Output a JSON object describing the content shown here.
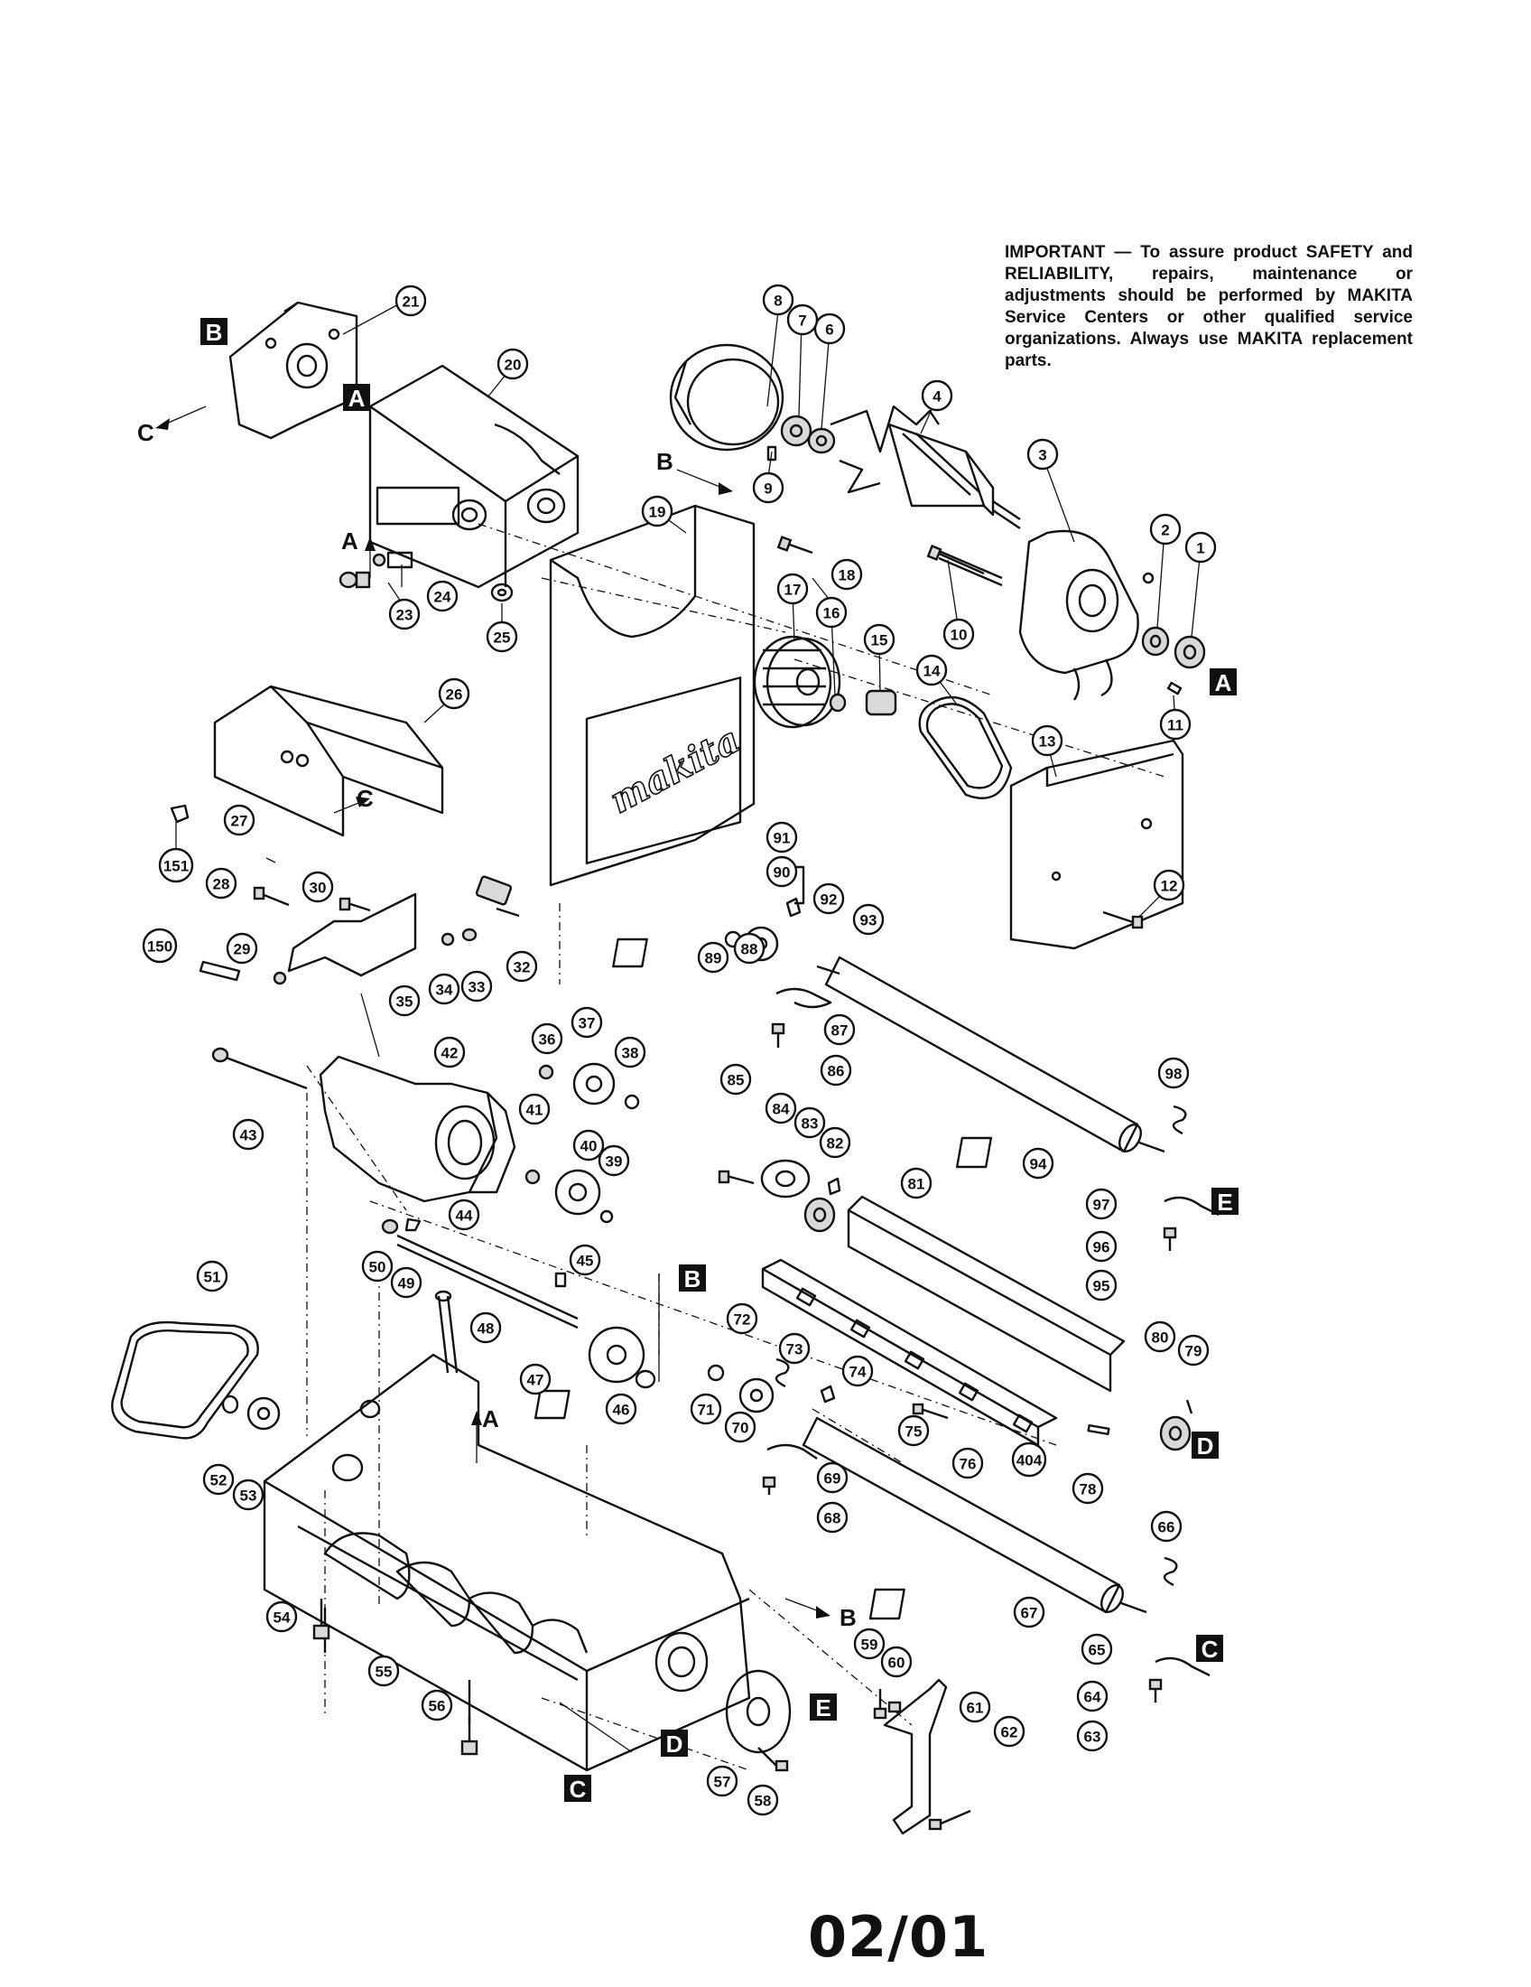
{
  "notice": {
    "text": "IMPORTANT — To assure product SAFETY and RELIABILITY, repairs, maintenance or adjustments should be performed by MAKITA Service Centers or other qualified service organizations. Always use MAKITA replacement parts."
  },
  "footer": {
    "code": "02/01"
  },
  "brand": {
    "text": "makita"
  },
  "section_markers": [
    "A",
    "B",
    "C",
    "D",
    "E"
  ],
  "part_numbers": [
    "1",
    "2",
    "3",
    "4",
    "6",
    "7",
    "8",
    "9",
    "10",
    "11",
    "12",
    "13",
    "14",
    "15",
    "16",
    "17",
    "18",
    "19",
    "20",
    "21",
    "23",
    "24",
    "25",
    "26",
    "27",
    "28",
    "29",
    "30",
    "32",
    "33",
    "34",
    "35",
    "36",
    "37",
    "38",
    "39",
    "40",
    "41",
    "42",
    "43",
    "44",
    "45",
    "46",
    "47",
    "48",
    "49",
    "50",
    "51",
    "52",
    "53",
    "54",
    "55",
    "56",
    "57",
    "58",
    "59",
    "60",
    "61",
    "62",
    "63",
    "64",
    "65",
    "66",
    "67",
    "68",
    "69",
    "70",
    "71",
    "72",
    "73",
    "74",
    "75",
    "76",
    "78",
    "79",
    "80",
    "81",
    "82",
    "83",
    "84",
    "85",
    "86",
    "87",
    "88",
    "89",
    "90",
    "91",
    "92",
    "93",
    "94",
    "95",
    "96",
    "97",
    "98",
    "150",
    "151",
    "404"
  ]
}
